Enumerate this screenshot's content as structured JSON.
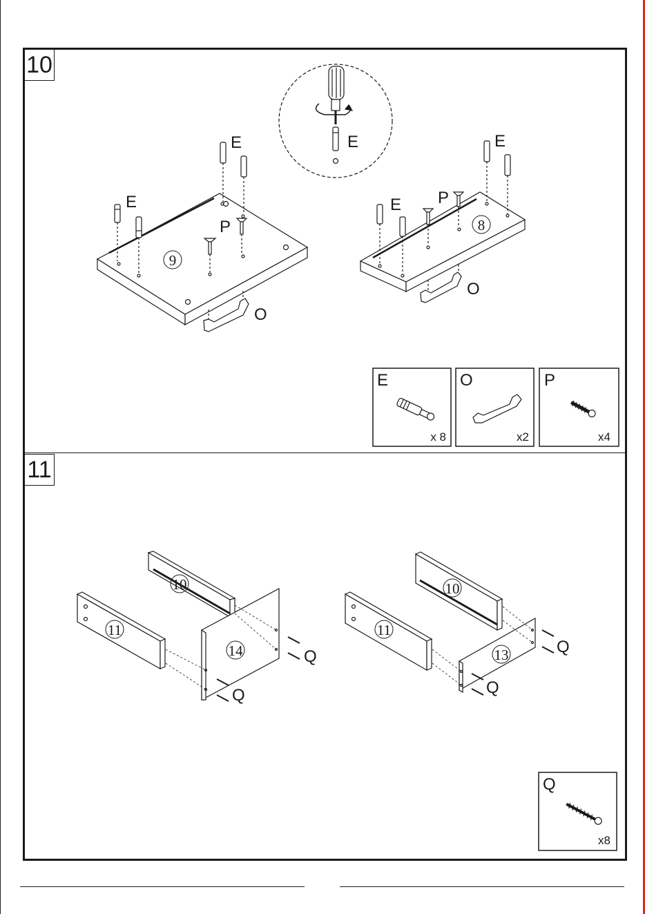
{
  "steps": [
    {
      "number": "10",
      "labels": {
        "dowel_left_1": "E",
        "dowel_left_2": "E",
        "screw_left": "P",
        "handle_left": "O",
        "detail_dowel": "E",
        "dowel_right_1": "E",
        "dowel_right_2": "E",
        "screw_right": "P",
        "handle_right": "O"
      },
      "panels": [
        "9",
        "8"
      ],
      "parts": [
        {
          "letter": "E",
          "qty": "x 8"
        },
        {
          "letter": "O",
          "qty": "x2"
        },
        {
          "letter": "P",
          "qty": "x4"
        }
      ]
    },
    {
      "number": "11",
      "labels": {
        "screw_left_1": "Q",
        "screw_left_2": "Q",
        "screw_right_1": "Q",
        "screw_right_2": "Q"
      },
      "panels_left": [
        "10",
        "11",
        "14"
      ],
      "panels_right": [
        "10",
        "11",
        "13"
      ],
      "parts": [
        {
          "letter": "Q",
          "qty": "x8"
        }
      ]
    }
  ]
}
